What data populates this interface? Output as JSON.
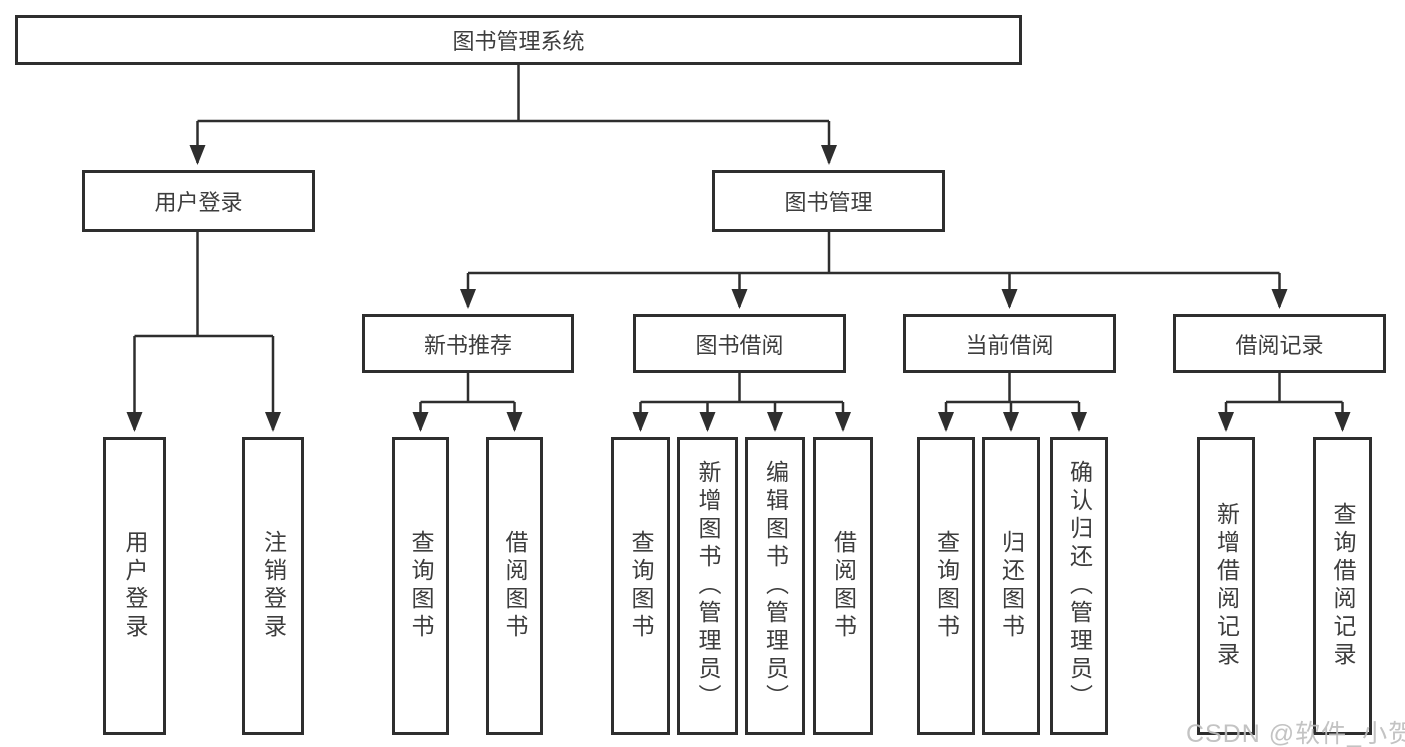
{
  "colors": {
    "line": "#2e2e2e",
    "box_border": "#2e2e2e",
    "text": "#3d3d3d",
    "background": "#ffffff",
    "watermark": "#bdbdbd"
  },
  "watermark": {
    "text": "CSDN @软件_小贺同学"
  },
  "tree": {
    "root": {
      "label": "图书管理系统",
      "children": [
        {
          "label": "用户登录",
          "children": [
            {
              "label": "用户登录"
            },
            {
              "label": "注销登录"
            }
          ]
        },
        {
          "label": "图书管理",
          "children": [
            {
              "label": "新书推荐",
              "children": [
                {
                  "label": "查询图书"
                },
                {
                  "label": "借阅图书"
                }
              ]
            },
            {
              "label": "图书借阅",
              "children": [
                {
                  "label": "查询图书"
                },
                {
                  "label": "新增图书（管理员）"
                },
                {
                  "label": "编辑图书（管理员）"
                },
                {
                  "label": "借阅图书"
                }
              ]
            },
            {
              "label": "当前借阅",
              "children": [
                {
                  "label": "查询图书"
                },
                {
                  "label": "归还图书"
                },
                {
                  "label": "确认归还（管理员）"
                }
              ]
            },
            {
              "label": "借阅记录",
              "children": [
                {
                  "label": "新增借阅记录"
                },
                {
                  "label": "查询借阅记录"
                }
              ]
            }
          ]
        }
      ]
    }
  }
}
